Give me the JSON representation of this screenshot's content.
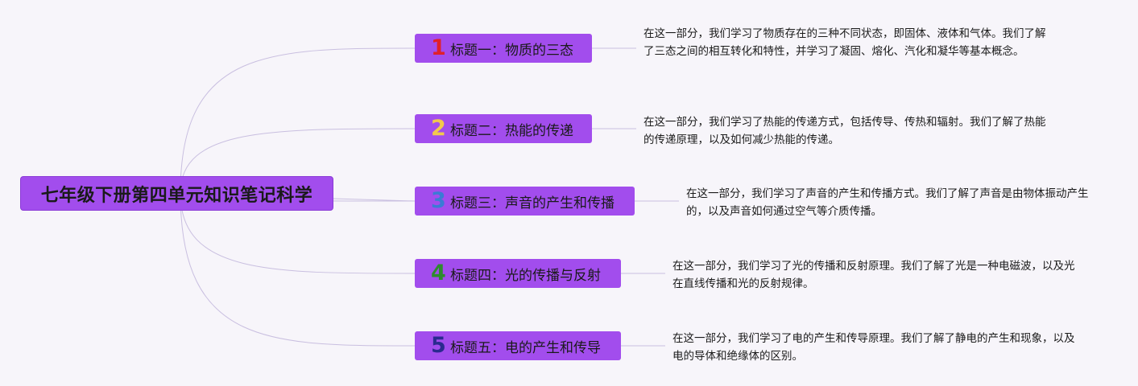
{
  "root": {
    "title": "七年级下册第四单元知识笔记科学"
  },
  "topics": [
    {
      "number": "1",
      "number_color": "#e0202a",
      "label": "标题一：物质的三态",
      "description": "在这一部分，我们学习了物质存在的三种不同状态，即固体、液体和气体。我们了解了三态之间的相互转化和特性，并学习了凝固、熔化、汽化和凝华等基本概念。"
    },
    {
      "number": "2",
      "number_color": "#f2c94c",
      "label": "标题二：热能的传递",
      "description": "在这一部分，我们学习了热能的传递方式，包括传导、传热和辐射。我们了解了热能的传递原理，以及如何减少热能的传递。"
    },
    {
      "number": "3",
      "number_color": "#3a7bd5",
      "label": "标题三：声音的产生和传播",
      "description": "在这一部分，我们学习了声音的产生和传播方式。我们了解了声音是由物体振动产生的，以及声音如何通过空气等介质传播。"
    },
    {
      "number": "4",
      "number_color": "#2e8b2e",
      "label": "标题四：光的传播与反射",
      "description": "在这一部分，我们学习了光的传播和反射原理。我们了解了光是一种电磁波，以及光在直线传播和光的反射规律。"
    },
    {
      "number": "5",
      "number_color": "#2a2a8f",
      "label": "标题五：电的产生和传导",
      "description": "在这一部分，我们学习了电的产生和传导原理。我们了解了静电的产生和现象，以及电的导体和绝缘体的区别。"
    }
  ]
}
